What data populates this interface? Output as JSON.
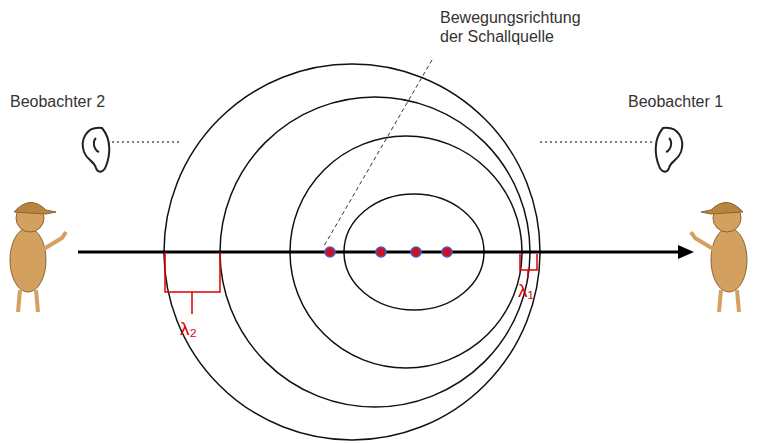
{
  "diagram": {
    "labels": [
      "Bewegungsrichtung der Schallquelle",
      "Beobachter 2",
      "Beobachter 1",
      "λ₂",
      "λ₁"
    ]
  }
}
